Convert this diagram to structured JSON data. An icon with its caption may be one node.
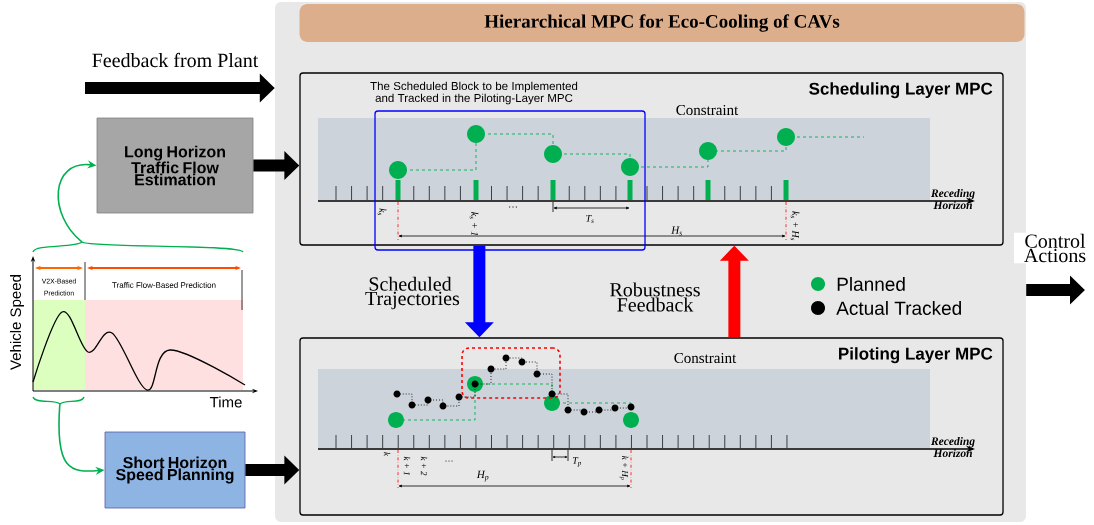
{
  "diagram": {
    "nodes": [
      {
        "text": [
          "Hierarchical MPC for Eco-Cooling of CAVs"
        ]
      },
      {
        "text": [
          "Scheduling Layer MPC"
        ],
        "in": 0
      },
      {
        "text": [
          "The Scheduled Block to be Implemented and Tracked in the Piloting-Layer MPC"
        ],
        "in": 1
      },
      {
        "text": [
          "Piloting Layer MPC"
        ],
        "in": 0
      },
      {
        "text": [],
        "shape": "box",
        "in": 3
      },
      {
        "text": [
          "Long Horizon Traffic Flow Estimation"
        ]
      },
      {
        "text": [
          "Short Horizon Speed Planning"
        ]
      },
      {
        "text": [],
        "shape": "picture"
      }
    ],
    "edges": [
      {
        "from": null,
        "to": 0,
        "arrow": "to",
        "label": "Feedback from Plant"
      },
      {
        "from": 7,
        "to": 5,
        "arrow": "to",
        "color": "#00b050"
      },
      {
        "from": 7,
        "to": 6,
        "arrow": "to",
        "color": "#00b050"
      },
      {
        "from": 5,
        "to": 1,
        "arrow": "to"
      },
      {
        "from": 6,
        "to": 3,
        "arrow": "to"
      },
      {
        "from": 1,
        "to": 3,
        "arrow": "to",
        "label": "Scheduled Trajectories",
        "color": "#0000ff"
      },
      {
        "from": 3,
        "to": 1,
        "arrow": "to",
        "label": "Robustness Feedback",
        "color": "#ff0000"
      },
      {
        "from": 0,
        "to": null,
        "arrow": "to",
        "label": "Control Actions"
      }
    ],
    "labels": [
      "Constraint",
      "Receding Horizon",
      "k$_{s}$",
      "k$_{s}$ + 1",
      "…",
      "T$_{s}$",
      "H$_{s}$",
      "k$_{s}$ + H$_{s}$",
      "Constraint",
      "Receding Horizon",
      "k",
      "k + 1",
      "k + 2",
      "…",
      "T$_{p}$",
      "H$_{p}$",
      "k + H$_{p}$",
      "Vehicle Speed",
      "V2X-Based Prediction",
      "Traffic Flow-Based Prediction",
      "Time"
    ],
    "legend": [
      {
        "text": "Planned",
        "color": "#00b050"
      },
      {
        "text": "Actual Tracked",
        "color": "#000000"
      }
    ]
  }
}
